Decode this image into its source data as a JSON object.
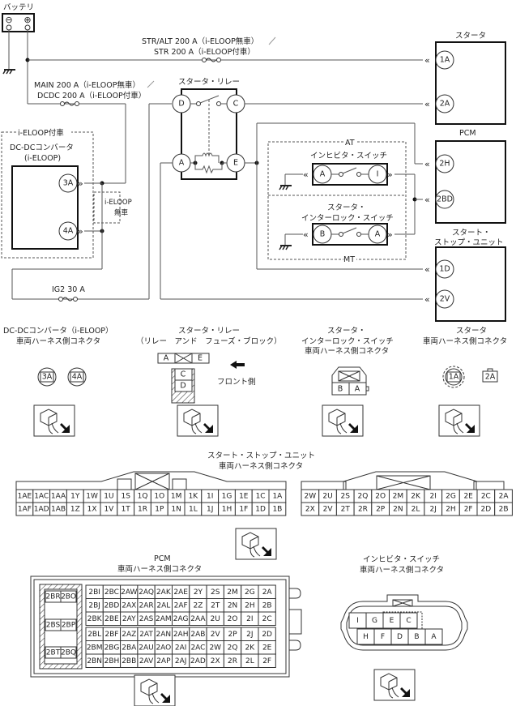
{
  "schematic": {
    "battery": {
      "label": "バッテリ",
      "neg": "⊖",
      "pos": "⊕"
    },
    "fuses": {
      "str_alt": "STR/ALT 200 A（i-ELOOP無車）",
      "str": "STR 200 A（i-ELOOP付車）",
      "main": "MAIN 200 A（i-ELOOP無車）",
      "dcdc": "DCDC 200 A（i-ELOOP付車）",
      "ig2": "IG2 30 A"
    },
    "starter_relay": {
      "label": "スタータ・リレー",
      "pins": [
        "D",
        "C",
        "A",
        "E"
      ]
    },
    "dcdc_box": {
      "group": "i-ELOOP付車",
      "label1": "DC-DCコンバータ",
      "label2": "(i-ELOOP)",
      "pins": [
        "3A",
        "4A"
      ]
    },
    "no_eloop": {
      "line1": "i-ELOOP",
      "line2": "無車"
    },
    "starter": {
      "label": "スタータ",
      "pins": [
        "1A",
        "2A"
      ]
    },
    "pcm": {
      "label": "PCM",
      "pins": [
        "2H",
        "2BD"
      ]
    },
    "ssu": {
      "label1": "スタート・",
      "label2": "ストップ・ユニット",
      "pins": [
        "1D",
        "2V"
      ]
    },
    "at_group": {
      "label": "AT",
      "switch": "インヒビタ・スイッチ",
      "pins": [
        "A",
        "I"
      ]
    },
    "mt_group": {
      "label": "MT",
      "switch1": "スタータ・",
      "switch2": "インターロック・スイッチ",
      "pins": [
        "B",
        "A"
      ]
    }
  },
  "connectors": {
    "dcdc": {
      "title1": "DC-DCコンバータ（i-ELOOP）",
      "title2": "車両ハーネス側コネクタ",
      "pins": [
        "3A",
        "4A"
      ]
    },
    "relay": {
      "title1": "スタータ・リレー",
      "title2": "（リレー　アンド　フューズ・ブロック）",
      "pins": [
        "A",
        "E",
        "C",
        "D"
      ],
      "front": "フロント側"
    },
    "interlock": {
      "title1": "スタータ・",
      "title2": "インターロック・スイッチ",
      "title3": "車両ハーネス側コネクタ",
      "pins": [
        "B",
        "A"
      ]
    },
    "starter": {
      "title1": "スタータ",
      "title2": "車両ハーネス側コネクタ",
      "pins": [
        "1A",
        "2A"
      ]
    },
    "ssu": {
      "title1": "スタート・ストップ・ユニット",
      "title2": "車両ハーネス側コネクタ",
      "block1": [
        [
          "1AE",
          "1AC",
          "1AA",
          "1Y",
          "1W",
          "1U",
          "1S",
          "1Q",
          "1O",
          "1M",
          "1K",
          "1I",
          "1G",
          "1E",
          "1C",
          "1A"
        ],
        [
          "1AF",
          "1AD",
          "1AB",
          "1Z",
          "1X",
          "1V",
          "1T",
          "1R",
          "1P",
          "1N",
          "1L",
          "1J",
          "1H",
          "1F",
          "1D",
          "1B"
        ]
      ],
      "block2": [
        [
          "2W",
          "2U",
          "2S",
          "2Q",
          "2O",
          "2M",
          "2K",
          "2I",
          "2G",
          "2E",
          "2C",
          "2A"
        ],
        [
          "2X",
          "2V",
          "2T",
          "2R",
          "2P",
          "2N",
          "2L",
          "2J",
          "2H",
          "2F",
          "2D",
          "2B"
        ]
      ]
    },
    "pcm": {
      "title1": "PCM",
      "title2": "車両ハーネス側コネクタ",
      "side": [
        [
          "2BR",
          "2BO"
        ],
        [
          "2BS",
          "2BP"
        ],
        [
          "2BT",
          "2BQ"
        ]
      ],
      "upper": [
        [
          "2BI",
          "2BC",
          "2AW",
          "2AQ",
          "2AK",
          "2AE",
          "2Y",
          "2S",
          "2M",
          "2G",
          "2A"
        ],
        [
          "2BJ",
          "2BD",
          "2AX",
          "2AR",
          "2AL",
          "2AF",
          "2Z",
          "2T",
          "2N",
          "2H",
          "2B"
        ],
        [
          "2BK",
          "2BE",
          "2AY",
          "2AS",
          "2AM",
          "2AG",
          "2AA",
          "2U",
          "2O",
          "2I",
          "2C"
        ]
      ],
      "lower": [
        [
          "2BL",
          "2BF",
          "2AZ",
          "2AT",
          "2AN",
          "2AH",
          "2AB",
          "2V",
          "2P",
          "2J",
          "2D"
        ],
        [
          "2BM",
          "2BG",
          "2BA",
          "2AU",
          "2AO",
          "2AI",
          "2AC",
          "2W",
          "2Q",
          "2K",
          "2E"
        ],
        [
          "2BN",
          "2BH",
          "2BB",
          "2AV",
          "2AP",
          "2AJ",
          "2AD",
          "2X",
          "2R",
          "2L",
          "2F"
        ]
      ]
    },
    "inhibitor": {
      "title1": "インヒビタ・スイッチ",
      "title2": "車両ハーネス側コネクタ",
      "top": [
        "I",
        "G",
        "E",
        "C"
      ],
      "bottom": [
        "H",
        "F",
        "D",
        "B",
        "A"
      ]
    }
  }
}
